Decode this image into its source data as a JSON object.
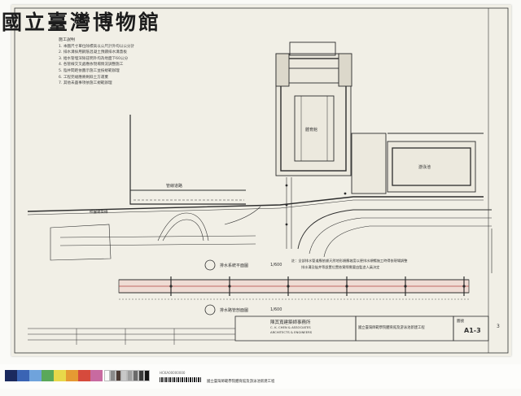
{
  "watermark": "國立臺灣博物館",
  "notes": {
    "title": "施工說明",
    "lines": [
      "1. 本圖尺寸單位除標高以公尺計外均以公分計",
      "2. 排水溝採用鋼筋混凝土預鑄排水溝蓋板",
      "3. 給水管埋深除註明外均為地面下60公分",
      "4. 各管線交叉處應依現場情況調整施工",
      "5. 陰井間距依圖示施工並按規範辦理",
      "6. 工程完竣應將剩餘土方運棄",
      "7. 其他未盡事項依施工規範辦理"
    ]
  },
  "plan": {
    "gym": "體育館",
    "pool": "游泳池",
    "road": "管線道路",
    "school_line": "校園建築線"
  },
  "legends": {
    "plan_title": "排水系統平面圖",
    "plan_scale": "1/600",
    "section_title": "排水路管剖面圖",
    "section_scale": "1/600",
    "annotation_1": "註：全部排水管道應依據天然地形順應坡度以便排水順暢施工時得依現場調整",
    "annotation_2": "排水溝及陰井等設置位置依實際需要由監造人員決定"
  },
  "title_block": {
    "firm_cn": "陳其寬建築師事務所",
    "firm_en": "C. K. CHEN & ASSOCIATES",
    "firm_en2": "ARCHITECTS & ENGINEERS",
    "project": "國立臺灣師範學院體育館及游泳池新建工程",
    "sheet_label": "圖號",
    "sheet_no": "A1-3",
    "rev": "3"
  },
  "footer": {
    "archive_id": "HCKA00000000",
    "caption": "國立臺灣師範學院體育館及游泳池新建工程"
  },
  "color_chart": [
    "#1b2a5e",
    "#3a64b4",
    "#6fa3dc",
    "#5aa85a",
    "#e8d84a",
    "#e59a33",
    "#d64a3c",
    "#c86aa0",
    "#fafafa",
    "#8a8a8a",
    "#4b3a33",
    "#c8c8c8",
    "#a0a0a0",
    "#6a6a6a",
    "#3a3a3a",
    "#151515"
  ]
}
